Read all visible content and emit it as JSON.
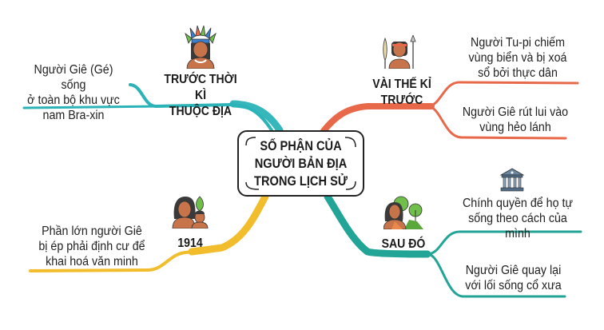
{
  "colors": {
    "teal": "#2bb3b8",
    "orange": "#e8684a",
    "yellow": "#f2bd2c",
    "green_teal": "#22a596",
    "text": "#222222"
  },
  "center": {
    "line1": "SỐ PHẬN CỦA",
    "line2": "NGƯỜI BẢN ĐỊA",
    "line3": "TRONG LỊCH SỬ"
  },
  "branches": [
    {
      "id": "before-colonial",
      "heading_line1": "TRƯỚC THỜI KÌ",
      "heading_line2": "THUỘC ĐỊA",
      "icon": "indigenous-chief-feather-headdress-icon",
      "color": "#2bb3b8",
      "leaves": [
        {
          "line1": "Người Giê (Gé) sống",
          "line2": "ở toàn bộ khu vực",
          "line3": "nam Bra-xin"
        }
      ]
    },
    {
      "id": "centuries-ago",
      "heading_line1": "VÀI THẾ KỈ",
      "heading_line2": "TRƯỚC",
      "icon": "warrior-with-spear-shield-icon",
      "color": "#e8684a",
      "leaves": [
        {
          "line1": "Người Tu-pi chiếm",
          "line2": "vùng biển và bị xoá",
          "line3": "sổ bởi thực dân"
        },
        {
          "line1": "Người Giê rút lui vào",
          "line2": "vùng hẻo lánh"
        }
      ]
    },
    {
      "id": "1914",
      "heading_line1": "1914",
      "icon": "mother-and-child-icon",
      "color": "#f2bd2c",
      "leaves": [
        {
          "line1": "Phần lớn người Giê",
          "line2": "bị ép phải định cư để",
          "line3": "khai hoá văn minh"
        }
      ]
    },
    {
      "id": "afterwards",
      "heading_line1": "SAU ĐÓ",
      "icon": "woman-with-trees-icon",
      "color": "#22a596",
      "leaves": [
        {
          "line1": "Chính quyền để họ tự",
          "line2": "sống theo cách của mình",
          "icon": "government-building-icon"
        },
        {
          "line1": "Người Giê quay lại",
          "line2": "với lối sống cổ xưa"
        }
      ]
    }
  ]
}
